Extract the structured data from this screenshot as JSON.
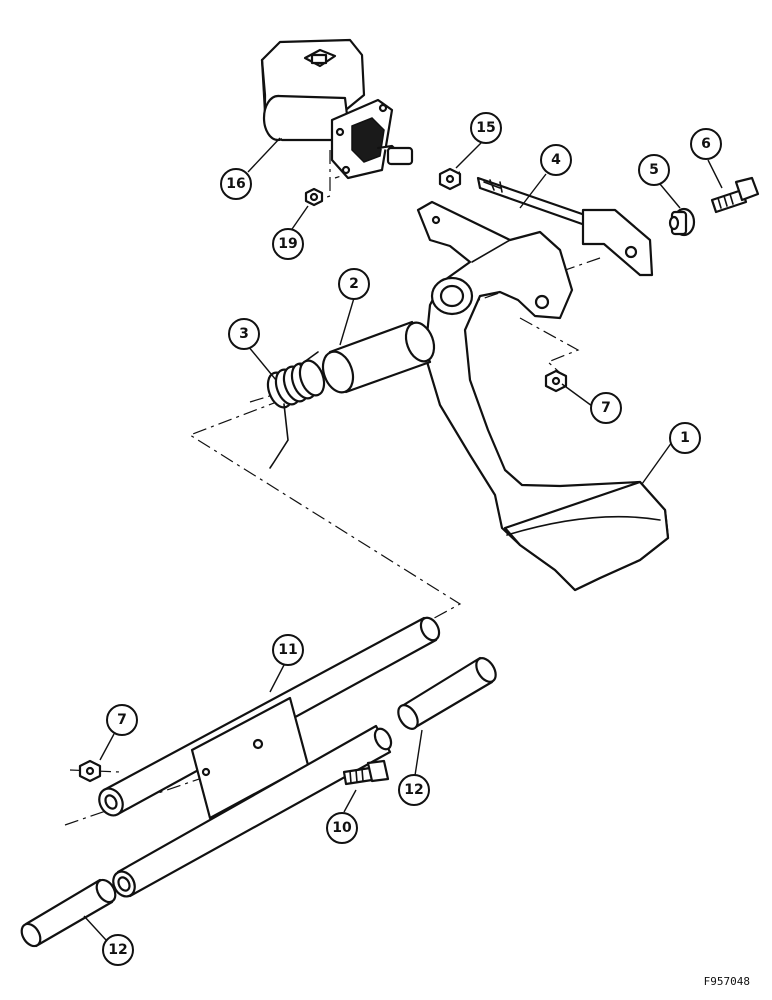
{
  "figure": {
    "id": "F957048",
    "callouts": [
      {
        "key": "c1",
        "label": "1"
      },
      {
        "key": "c2",
        "label": "2"
      },
      {
        "key": "c3",
        "label": "3"
      },
      {
        "key": "c4",
        "label": "4"
      },
      {
        "key": "c5",
        "label": "5"
      },
      {
        "key": "c6",
        "label": "6"
      },
      {
        "key": "c7a",
        "label": "7"
      },
      {
        "key": "c7b",
        "label": "7"
      },
      {
        "key": "c10",
        "label": "10"
      },
      {
        "key": "c11",
        "label": "11"
      },
      {
        "key": "c12a",
        "label": "12"
      },
      {
        "key": "c12b",
        "label": "12"
      },
      {
        "key": "c15",
        "label": "15"
      },
      {
        "key": "c16",
        "label": "16"
      },
      {
        "key": "c19",
        "label": "19"
      }
    ]
  }
}
